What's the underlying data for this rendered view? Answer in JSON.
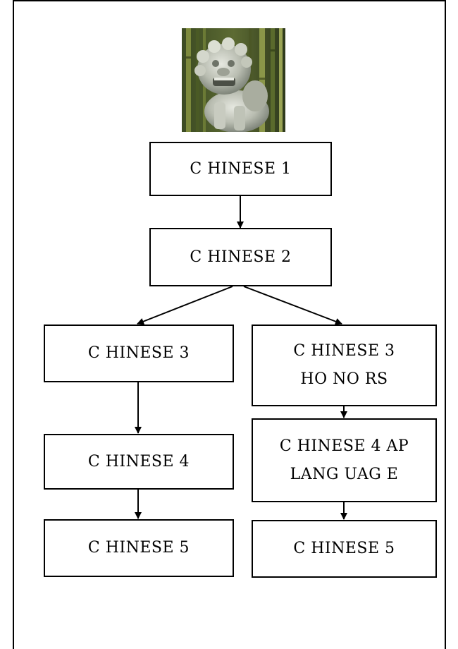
{
  "nodes": {
    "chinese_1": "C HINESE 1",
    "chinese_2": "C HINESE 2",
    "chinese_3": "C HINESE 3",
    "chinese_3_honors": {
      "line1": "C HINESE 3",
      "line2": "HO NO RS"
    },
    "chinese_4": "C HINESE 4",
    "chinese_4_ap": {
      "line1": "C HINESE 4 AP",
      "line2": "LANG UAG E"
    },
    "chinese_5_left": "C HINESE 5",
    "chinese_5_right": "C HINESE 5"
  },
  "image": {
    "icon": "guardian-lion-statue"
  }
}
